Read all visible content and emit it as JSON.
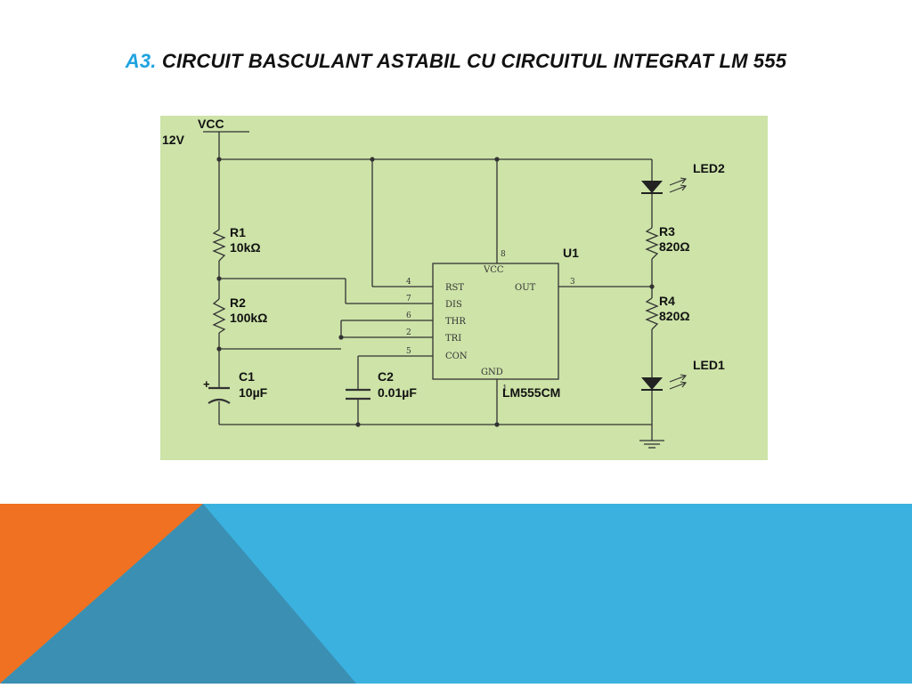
{
  "title": {
    "prefix": "A3.",
    "text": "CIRCUIT BASCULANT ASTABIL CU CIRCUITUL INTEGRAT LM 555"
  },
  "circuit": {
    "supply_label": "VCC",
    "supply_voltage": "12V",
    "r1": {
      "name": "R1",
      "value": "10kΩ"
    },
    "r2": {
      "name": "R2",
      "value": "100kΩ"
    },
    "c1": {
      "name": "C1",
      "value": "10µF",
      "polarity": "+"
    },
    "c2": {
      "name": "C2",
      "value": "0.01µF"
    },
    "r3": {
      "name": "R3",
      "value": "820Ω"
    },
    "r4": {
      "name": "R4",
      "value": "820Ω"
    },
    "led1": {
      "name": "LED1"
    },
    "led2": {
      "name": "LED2"
    },
    "ic": {
      "ref": "U1",
      "part": "LM555CM",
      "pins": {
        "vcc": {
          "label": "VCC",
          "num": "8"
        },
        "rst": {
          "label": "RST",
          "num": "4"
        },
        "dis": {
          "label": "DIS",
          "num": "7"
        },
        "thr": {
          "label": "THR",
          "num": "6"
        },
        "tri": {
          "label": "TRI",
          "num": "2"
        },
        "con": {
          "label": "CON",
          "num": "5"
        },
        "out": {
          "label": "OUT",
          "num": "3"
        },
        "gnd": {
          "label": "GND",
          "num": "1"
        }
      }
    }
  },
  "colors": {
    "title_prefix": "#1fa3e0",
    "diagram_bg": "#cde3a8",
    "footer_orange": "#f07121",
    "footer_blue": "#3bb1df",
    "footer_dark_blue": "#3a8fb3"
  }
}
